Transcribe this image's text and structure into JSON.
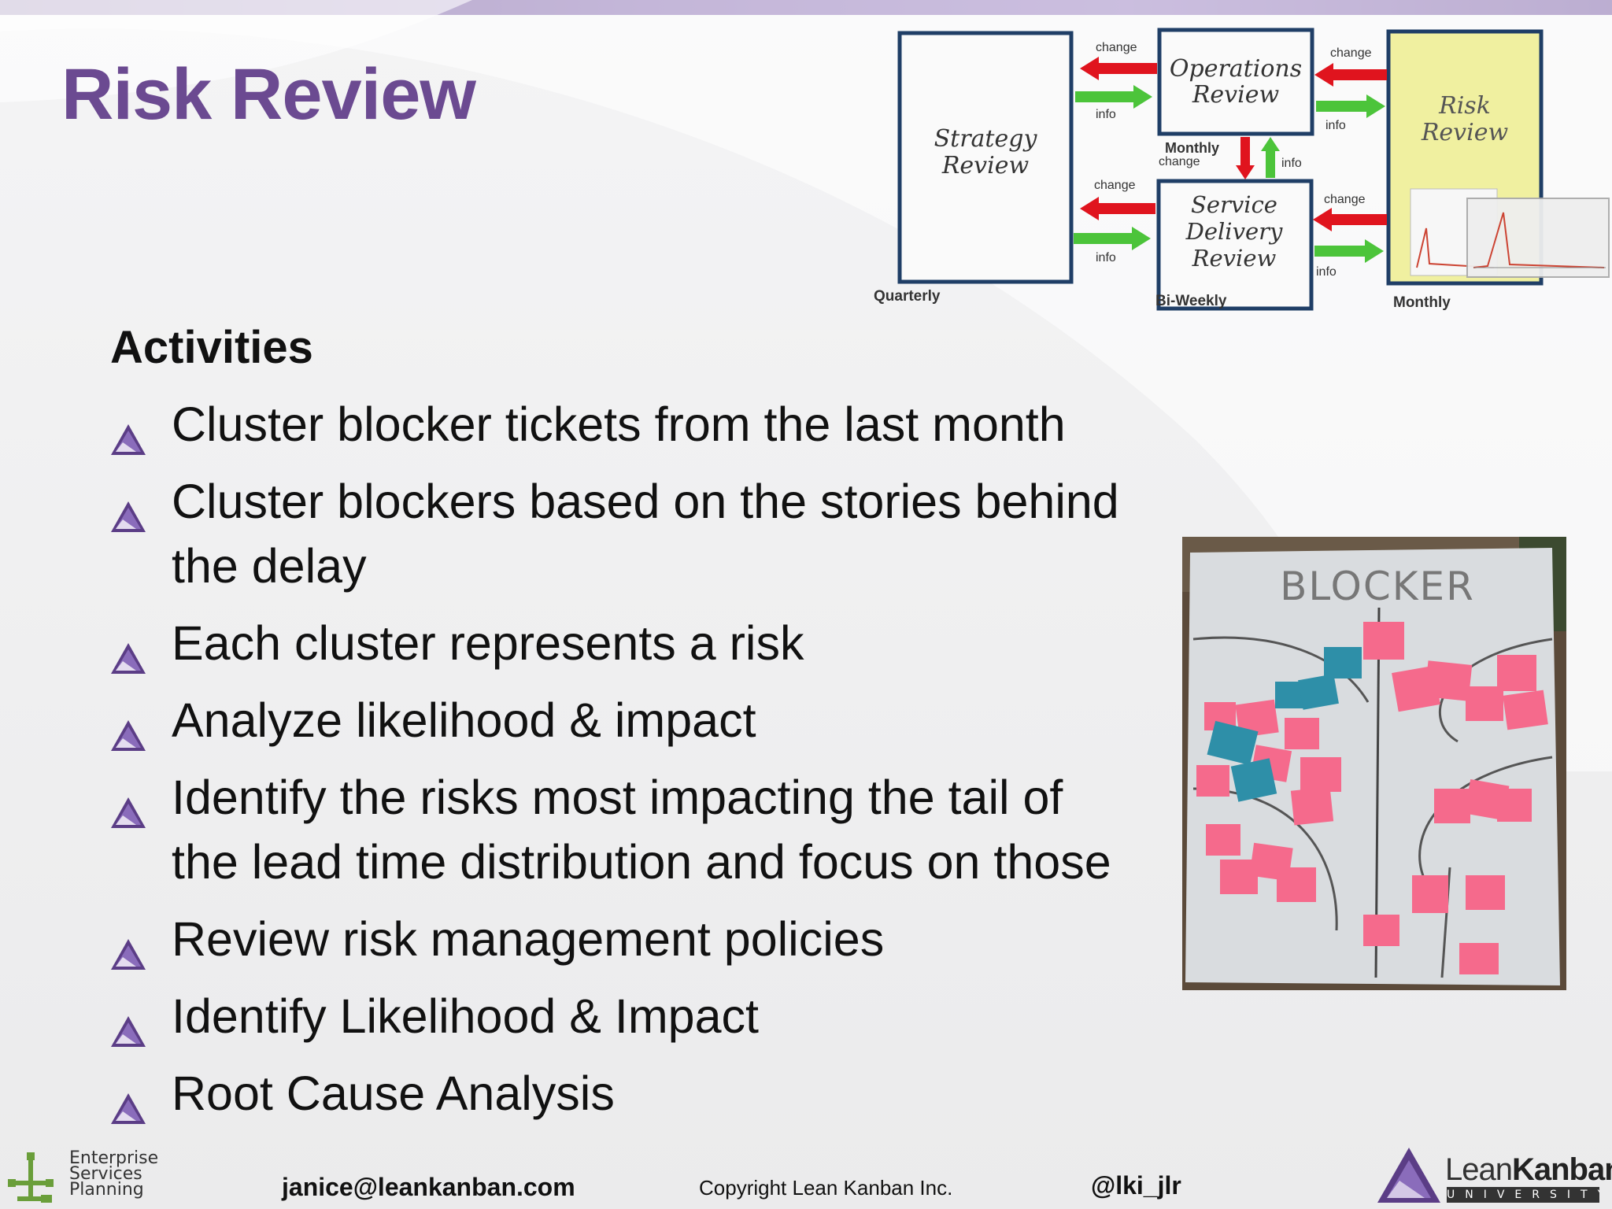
{
  "slide": {
    "title": "Risk Review",
    "section_heading": "Activities",
    "bullets": [
      {
        "lines": [
          "Cluster blocker tickets from the last month"
        ]
      },
      {
        "lines": [
          "Cluster blockers based on the stories behind",
          "the delay"
        ]
      },
      {
        "lines": [
          "Each cluster represents a risk"
        ]
      },
      {
        "lines": [
          "Analyze likelihood & impact"
        ]
      },
      {
        "lines": [
          "Identify the risks most impacting the tail of",
          "the lead time distribution and focus on those"
        ]
      },
      {
        "lines": [
          "Review risk management policies"
        ]
      },
      {
        "lines": [
          "Identify Likelihood & Impact"
        ]
      },
      {
        "lines": [
          "Root Cause Analysis"
        ]
      }
    ]
  },
  "diagram": {
    "boxes": {
      "strategy": [
        "Strategy",
        "Review"
      ],
      "operations": [
        "Operations",
        "Review"
      ],
      "service_delivery": [
        "Service",
        "Delivery",
        "Review"
      ],
      "risk": [
        "Risk",
        "Review"
      ]
    },
    "cadence": {
      "quarterly": "Quarterly",
      "monthly_ops": "Monthly",
      "biweekly": "Bi-Weekly",
      "monthly_risk": "Monthly"
    },
    "arrow_labels": {
      "change": "change",
      "info": "info"
    }
  },
  "photo": {
    "board_heading": "BLOCKER"
  },
  "footer": {
    "email": "janice@leankanban.com",
    "copyright": "Copyright Lean Kanban  Inc.",
    "handle": "@lki_jlr",
    "left_logo_lines": [
      "Enterprise",
      "Services",
      "Planning"
    ],
    "right_logo_name_light": "Lean",
    "right_logo_name_bold": "Kanban",
    "right_logo_sub": "UNIVERSITY"
  },
  "colors": {
    "title": "#6b4a91",
    "arrow_change": "#e0141e",
    "arrow_info": "#4cc43a",
    "risk_box_fill": "#f0f0a0",
    "box_border": "#1f3e66"
  }
}
